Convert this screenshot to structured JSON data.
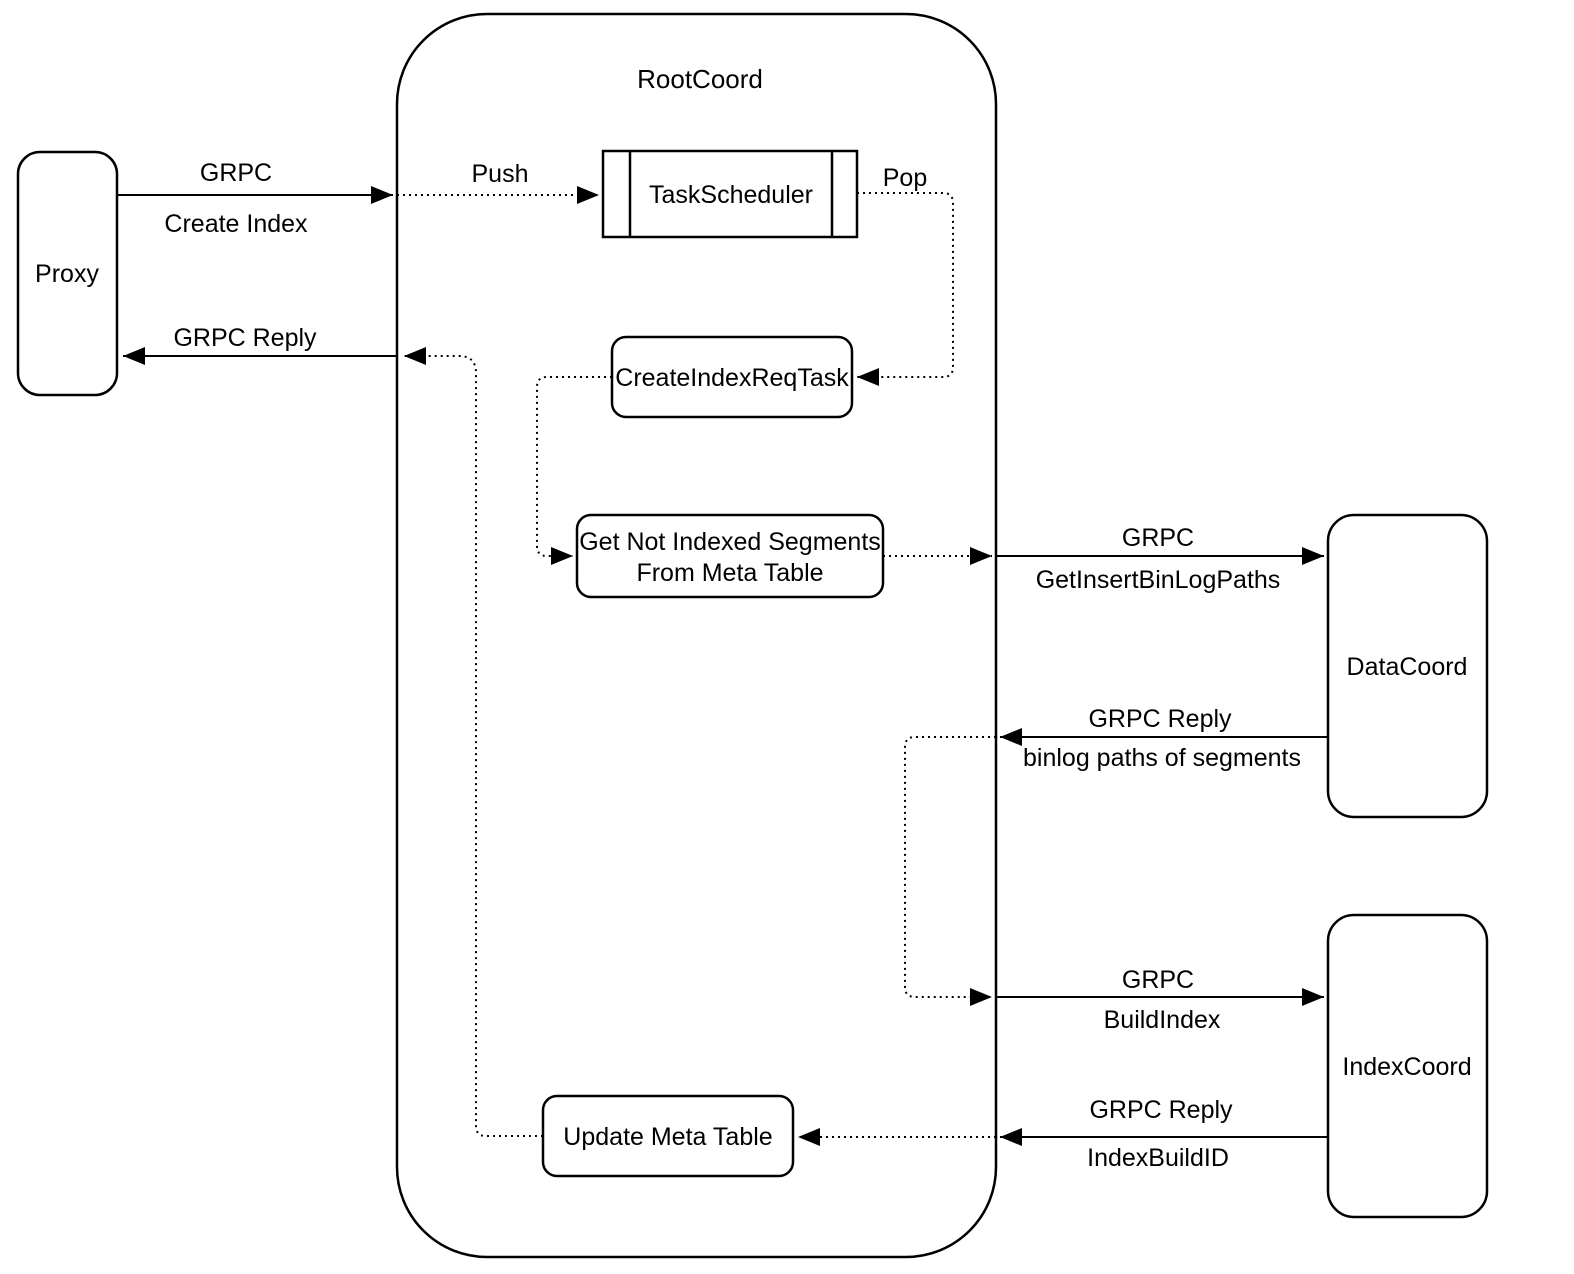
{
  "diagram": {
    "background": "#ffffff",
    "stroke_color": "#000000",
    "nodes": {
      "proxy": "Proxy",
      "rootcoord": "RootCoord",
      "taskscheduler": "TaskScheduler",
      "create_index_req_task": "CreateIndexReqTask",
      "get_not_indexed_line1": "Get Not Indexed Segments",
      "get_not_indexed_line2": "From Meta Table",
      "update_meta_table": "Update Meta Table",
      "datacoord": "DataCoord",
      "indexcoord": "IndexCoord"
    },
    "edge_labels": {
      "grpc_create_index_top": "GRPC",
      "grpc_create_index_bottom": "Create Index",
      "grpc_reply_to_proxy": "GRPC Reply",
      "push": "Push",
      "pop": "Pop",
      "grpc_getinsertbinlogpaths_top": "GRPC",
      "grpc_getinsertbinlogpaths_bottom": "GetInsertBinLogPaths",
      "grpc_reply_binlog_top": "GRPC Reply",
      "grpc_reply_binlog_bottom": "binlog paths of segments",
      "grpc_buildindex_top": "GRPC",
      "grpc_buildindex_bottom": "BuildIndex",
      "grpc_reply_indexbuildid_top": "GRPC Reply",
      "grpc_reply_indexbuildid_bottom": "IndexBuildID"
    }
  }
}
